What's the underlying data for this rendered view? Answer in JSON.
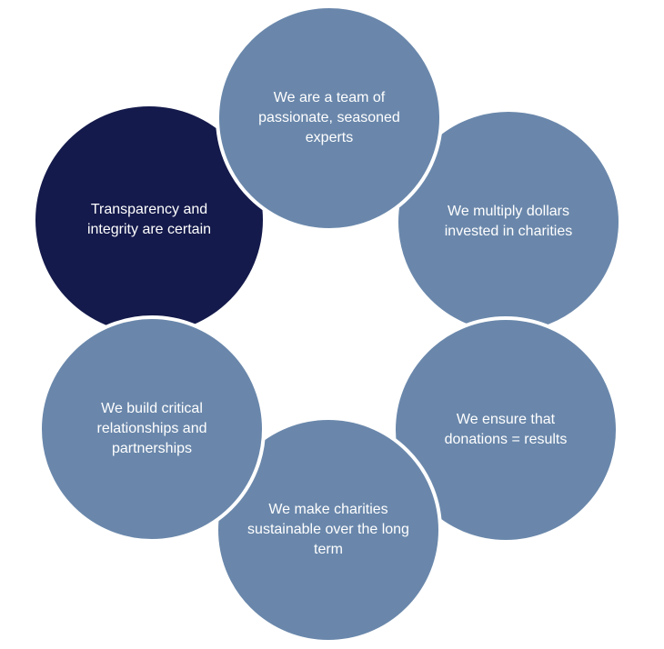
{
  "colors": {
    "circle_fill": "#6a87ab",
    "accent_fill": "#141a4b",
    "text": "#ffffff",
    "background": "#ffffff"
  },
  "circles": [
    {
      "id": "top",
      "text": "We are a team of passionate, seasoned experts",
      "fill": "#6a87ab"
    },
    {
      "id": "right",
      "text": "We multiply dollars invested in charities",
      "fill": "#6a87ab"
    },
    {
      "id": "bottom-right",
      "text": "We ensure that donations = results",
      "fill": "#6a87ab"
    },
    {
      "id": "bottom",
      "text": "We make charities sustainable over the long term",
      "fill": "#6a87ab"
    },
    {
      "id": "left",
      "text": "We build critical relationships and partnerships",
      "fill": "#6a87ab"
    },
    {
      "id": "top-left",
      "text": "Transparency and integrity are certain",
      "fill": "#141a4b"
    }
  ]
}
